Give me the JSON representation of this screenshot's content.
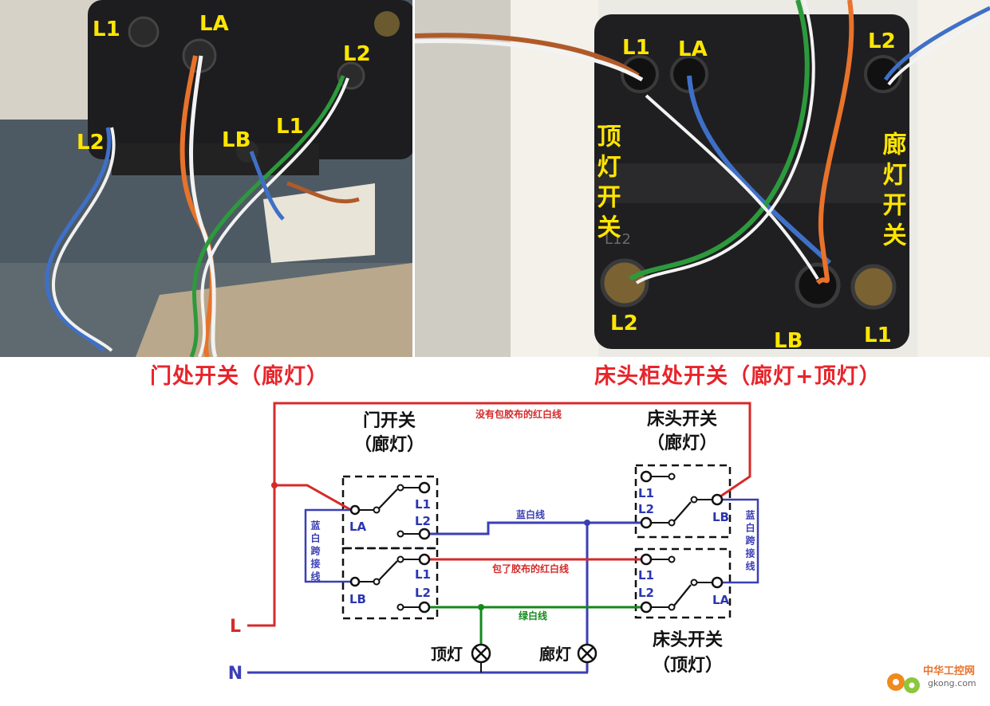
{
  "photos": {
    "left": {
      "labels": {
        "l1_top": "L1",
        "la": "LA",
        "l2_top": "L2",
        "l2_left": "L2",
        "lb": "LB",
        "l1_mid": "L1"
      }
    },
    "right": {
      "labels": {
        "l1_top": "L1",
        "la": "LA",
        "l2_top": "L2",
        "l2_bottom": "L2",
        "lb": "LB",
        "l1_bottom": "L1",
        "l12": "L12",
        "ceiling_switch_vertical": "顶灯开关",
        "corridor_switch_vertical": "廊灯开关"
      }
    }
  },
  "captions": {
    "left": "门处开关（廊灯）",
    "right": "床头柜处开关（廊灯+顶灯）"
  },
  "diagram": {
    "door_switch_title": "门开关",
    "door_switch_subtitle": "（廊灯）",
    "bed_switch_title": "床头开关",
    "bed_switch_subtitle": "（廊灯）",
    "bed_switch2_title": "床头开关",
    "bed_switch2_subtitle": "（顶灯）",
    "wire_red_untaped": "没有包胶布的红白线",
    "wire_red_taped": "包了胶布的红白线",
    "wire_blue": "蓝白线",
    "wire_green": "绿白线",
    "jumper_left": "蓝白跨接线",
    "jumper_right": "蓝白跨接线",
    "terminal_l1": "L1",
    "terminal_l2": "L2",
    "terminal_la": "LA",
    "terminal_lb": "LB",
    "live": "L",
    "neutral": "N",
    "lamp_ceiling": "顶灯",
    "lamp_corridor": "廊灯",
    "colors": {
      "red": "#d62a2a",
      "blue": "#3b3fb5",
      "green": "#138a1a",
      "black": "#111111"
    }
  },
  "watermark": {
    "brand_cn": "中华工控网",
    "domain": "gkong.com"
  }
}
